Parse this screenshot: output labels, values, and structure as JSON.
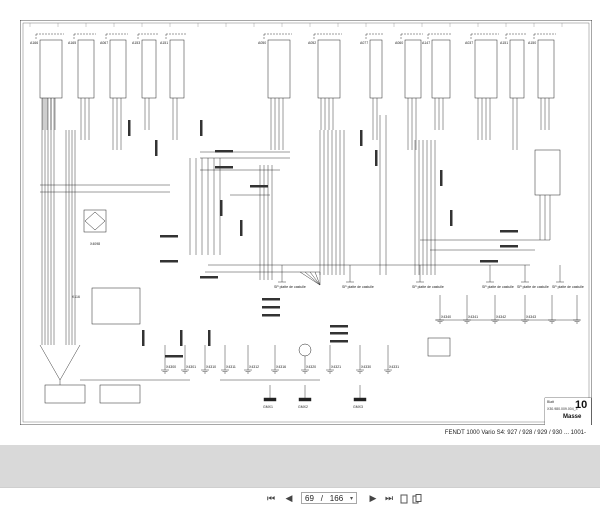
{
  "document": {
    "sheet_label": "Blatt",
    "doc_code": "X30.980.009.004_4",
    "page_number": "10",
    "sheet_title": "Masse",
    "footer_caption": "FENDT 1000 Vario S4: 927 / 928 / 929 / 930 ... 1001-"
  },
  "schematic": {
    "top_components": [
      "A166",
      "A165",
      "A067",
      "A153",
      "A151",
      "A050",
      "A052",
      "A077",
      "A060",
      "A147",
      "A037",
      "A151",
      "A150"
    ],
    "ground_points": [
      "X4300",
      "X4301",
      "X4310",
      "X4311",
      "X4312",
      "X4316",
      "X4320",
      "X4321",
      "X4330",
      "X4331",
      "X4340",
      "X4341",
      "X4342",
      "X4343"
    ],
    "mass_labels": [
      "SP platte de castulle",
      "SP platte de castulle",
      "SP platte de castulle",
      "SP platte de castulle",
      "SP platte de castulle",
      "SP platte de castulle"
    ],
    "relay_label": "K116",
    "block_label": "X4098",
    "ground_names": [
      "GMX1",
      "GMX2",
      "GMX3"
    ]
  },
  "toolbar": {
    "current_page": "69",
    "separator": "/",
    "total_pages": "166",
    "first_icon": "first-page-icon",
    "prev_icon": "prev-page-icon",
    "next_icon": "next-page-icon",
    "last_icon": "last-page-icon",
    "view_icon_1": "single-page-icon",
    "view_icon_2": "two-page-icon"
  }
}
